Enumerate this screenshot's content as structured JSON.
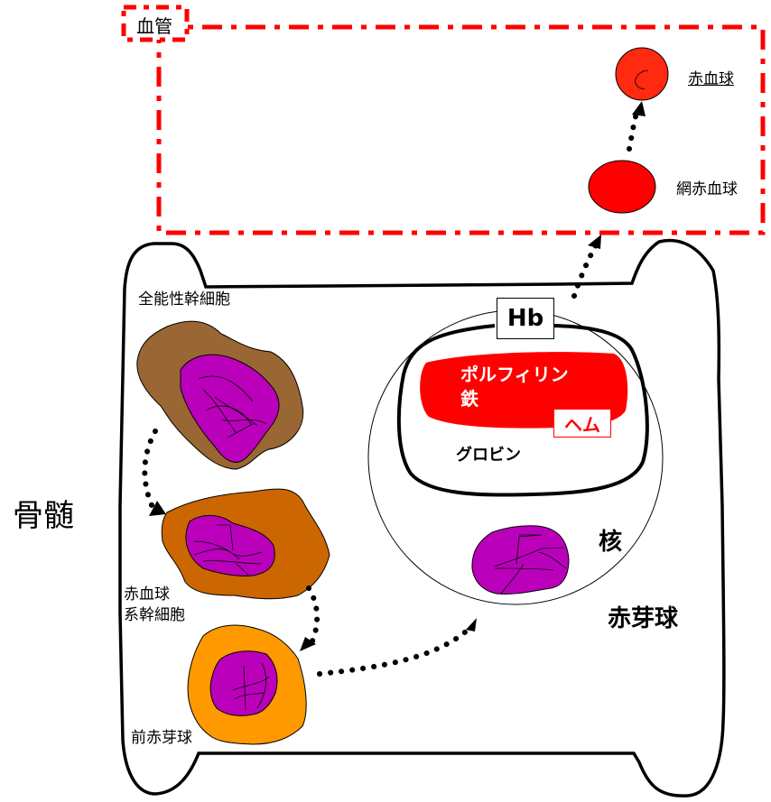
{
  "title": "赤血球の産生（骨髄から血管へ）",
  "colors": {
    "vessel_border": "#ff0000",
    "rbc": "#ff2a0f",
    "reticulocyte": "#ff0000",
    "stem_cell": "#9a6633",
    "erythroid_stem_cell": "#cc6600",
    "proerythroblast": "#ff9900",
    "nucleus": "#bb00bb",
    "porphyrin_iron": "#ff0000"
  },
  "vessel": {
    "label": "血管",
    "cells": {
      "erythrocyte": "赤血球",
      "reticulocyte": "網赤血球"
    }
  },
  "bone_marrow": {
    "label": "骨髄",
    "cells": {
      "totipotent_stem_cell": "全能性幹細胞",
      "erythroid_stem_cell_line1": "赤血球",
      "erythroid_stem_cell_line2": "系幹細胞",
      "proerythroblast": "前赤芽球",
      "erythroblast": "赤芽球",
      "nucleus": "核"
    },
    "hemoglobin": {
      "label": "Hb",
      "porphyrin": "ポルフィリン",
      "iron": "鉄",
      "heme": "ヘム",
      "globin": "グロビン"
    }
  }
}
